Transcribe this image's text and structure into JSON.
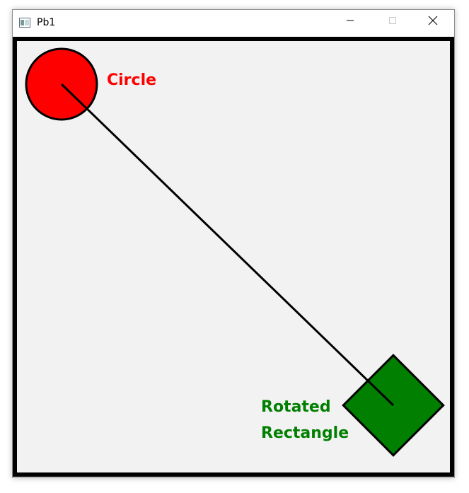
{
  "window": {
    "title": "Pb1"
  },
  "scene": {
    "circle": {
      "label": "Circle",
      "fill": "#ff0000",
      "label_color": "#ff0000"
    },
    "rectangle": {
      "label_line1": "Rotated",
      "label_line2": "Rectangle",
      "fill": "#007f00",
      "label_color": "#007f00"
    },
    "line_color": "#000000",
    "background": "#f3f2f2"
  },
  "icons": {
    "app": "window-app-icon",
    "minimize": "minimize-icon",
    "maximize": "maximize-icon",
    "close": "close-icon"
  }
}
